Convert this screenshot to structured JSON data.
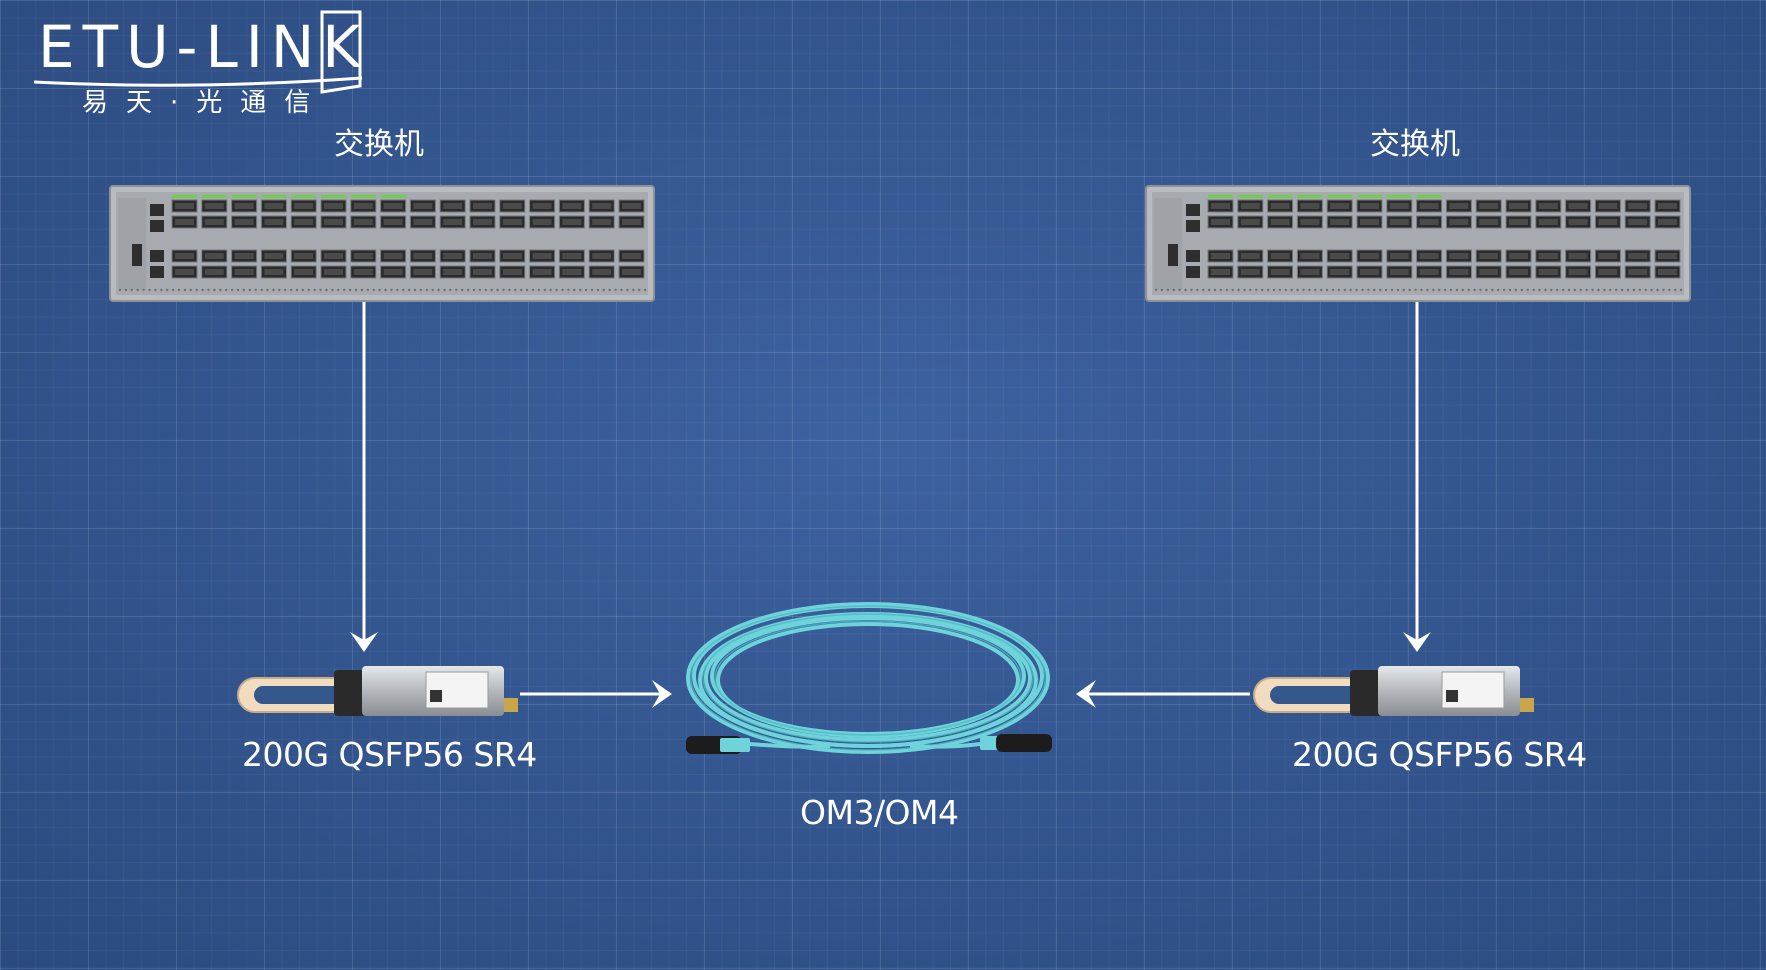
{
  "logo": {
    "wordmark": "ETU-LINK",
    "subtitle": "易天·光通信"
  },
  "nodes": {
    "switch_left_label": "交换机",
    "switch_right_label": "交换机",
    "module_left_label": "200G QSFP56 SR4",
    "module_right_label": "200G QSFP56 SR4",
    "cable_label": "OM3/OM4"
  },
  "colors": {
    "background": "#35588c",
    "cable": "#6ed3db",
    "connector": "#1c1c1c",
    "switch_body": "#b9bcbf",
    "port_led": "#6fcf4a",
    "module_handle": "#f1dcc0",
    "arrow": "#ffffff"
  }
}
